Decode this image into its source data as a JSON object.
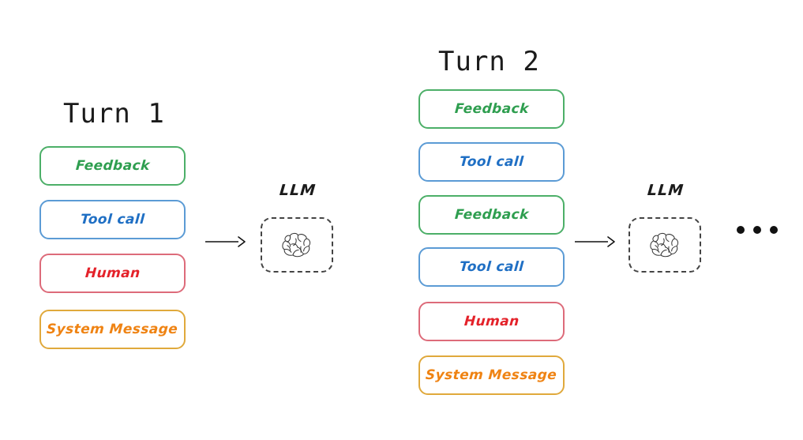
{
  "diagram": {
    "title_font_note": "monospace",
    "colors": {
      "feedback_border": "#4caf68",
      "feedback_text": "#2e9e4f",
      "tool_border": "#5b9bd5",
      "tool_text": "#1f6fc4",
      "human_border": "#dd6b7a",
      "human_text": "#e4222a",
      "system_border": "#e0a93c",
      "system_text": "#ef8313",
      "llm_border": "#444444",
      "arrow": "#111111",
      "background": "#ffffff"
    },
    "turns": [
      {
        "title": "Turn 1",
        "messages": [
          {
            "label": "Feedback",
            "type": "feedback"
          },
          {
            "label": "Tool call",
            "type": "tool"
          },
          {
            "label": "Human",
            "type": "human"
          },
          {
            "label": "System Message",
            "type": "system"
          }
        ],
        "llm": {
          "caption": "LLM",
          "icon": "brain-icon"
        }
      },
      {
        "title": "Turn 2",
        "messages": [
          {
            "label": "Feedback",
            "type": "feedback"
          },
          {
            "label": "Tool call",
            "type": "tool"
          },
          {
            "label": "Feedback",
            "type": "feedback"
          },
          {
            "label": "Tool call",
            "type": "tool"
          },
          {
            "label": "Human",
            "type": "human"
          },
          {
            "label": "System Message",
            "type": "system"
          }
        ],
        "llm": {
          "caption": "LLM",
          "icon": "brain-icon"
        }
      }
    ],
    "continuation": {
      "label": "...",
      "dots": 3
    }
  }
}
